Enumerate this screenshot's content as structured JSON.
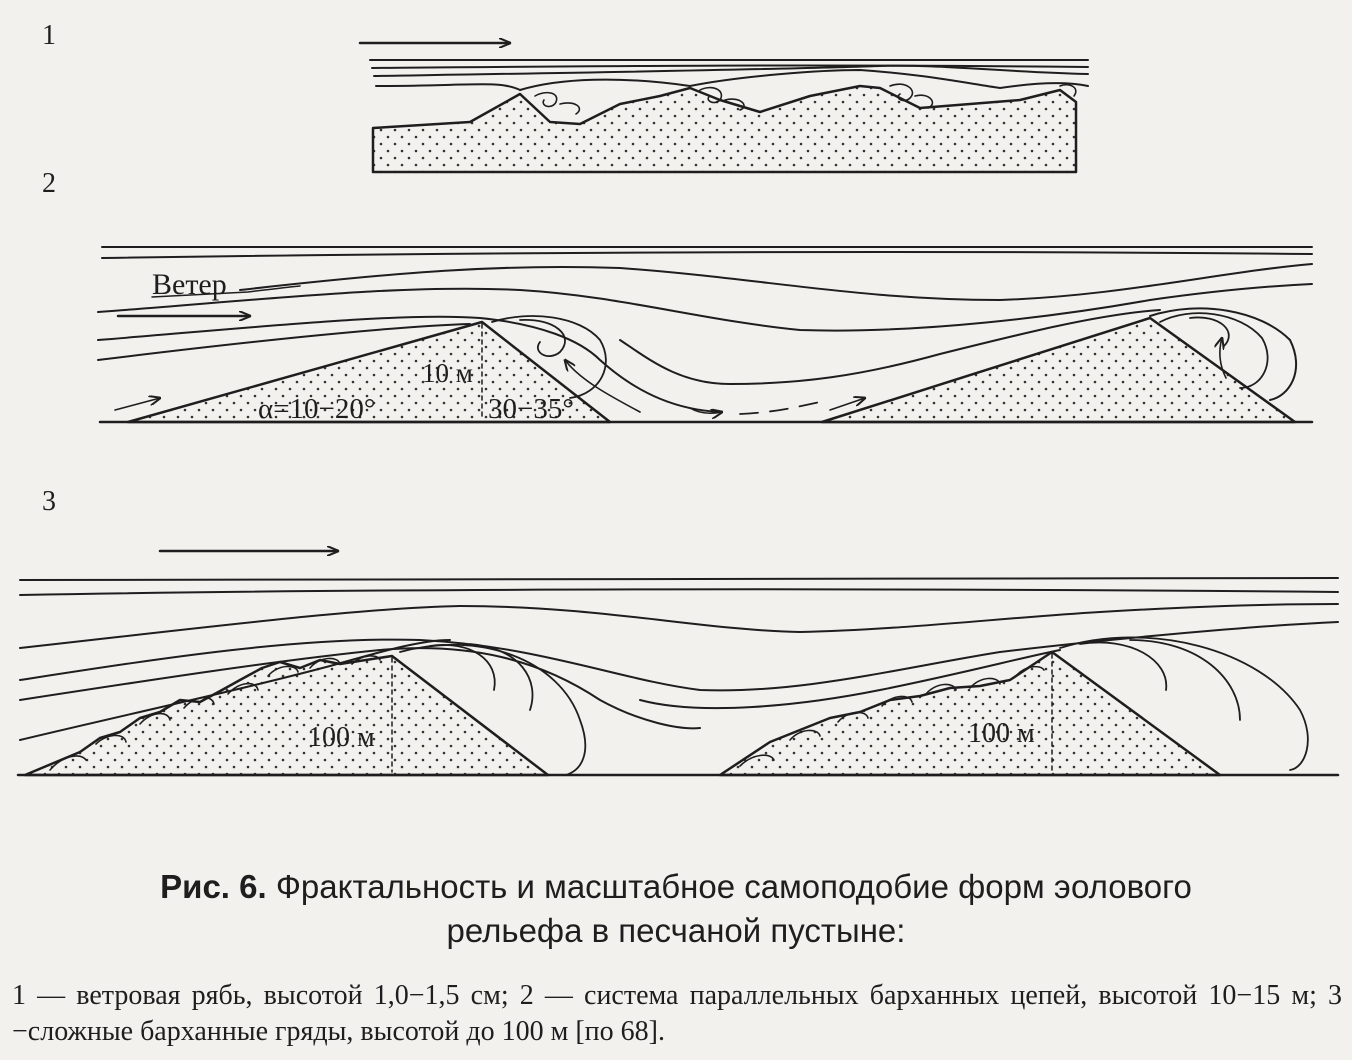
{
  "panels": [
    {
      "number": "1"
    },
    {
      "number": "2",
      "wind_label": "Ветер",
      "height_label": "10 м",
      "windward_angle": "α=10−20°",
      "lee_angle": "30−35°"
    },
    {
      "number": "3",
      "height_label_left": "100 м",
      "height_label_right": "100 м"
    }
  ],
  "caption": {
    "figure_number": "Рис. 6.",
    "title_line1": "Фрактальность и масштабное самоподобие форм эолового",
    "title_line2": "рельефа в песчаной пустыне:"
  },
  "legend": "1 — ветровая рябь, высотой 1,0−1,5 см; 2 — система параллельных барханных цепей, высотой 10−15 м; 3 −сложные барханные гряды, высотой до 100 м [по 68]."
}
